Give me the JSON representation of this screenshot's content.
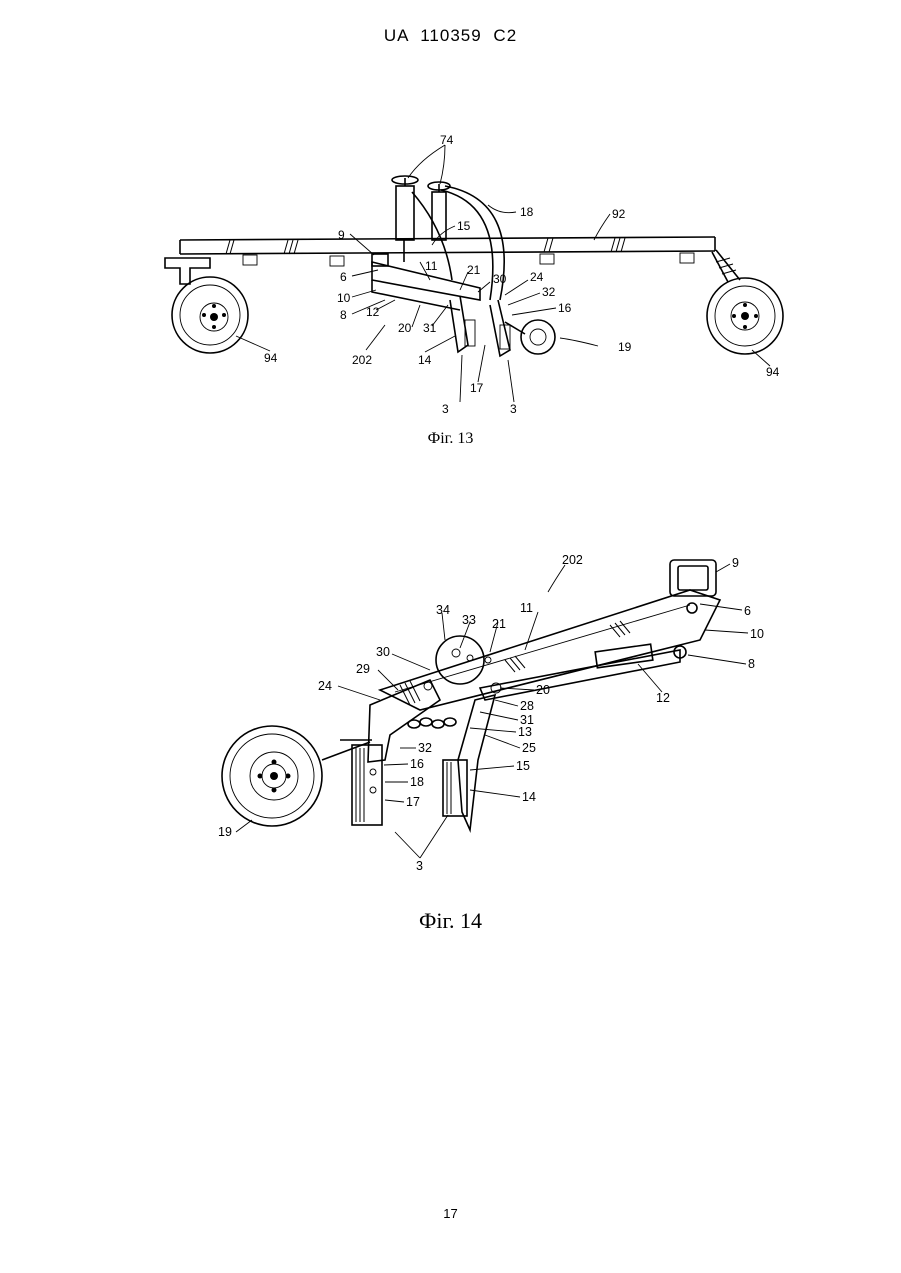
{
  "header": {
    "text": "UA   110359   C2"
  },
  "figure13": {
    "caption": "Фіг. 13",
    "labels": [
      "74",
      "18",
      "92",
      "15",
      "9",
      "6",
      "11",
      "21",
      "30",
      "24",
      "32",
      "16",
      "10",
      "8",
      "12",
      "20",
      "31",
      "202",
      "14",
      "17",
      "3",
      "3",
      "19",
      "94",
      "94"
    ]
  },
  "figure14": {
    "caption": "Фіг. 14",
    "labels": [
      "202",
      "9",
      "6",
      "11",
      "34",
      "33",
      "21",
      "30",
      "10",
      "8",
      "29",
      "24",
      "20",
      "12",
      "28",
      "31",
      "13",
      "32",
      "25",
      "16",
      "18",
      "15",
      "17",
      "14",
      "19",
      "3"
    ]
  },
  "page_number": "17"
}
